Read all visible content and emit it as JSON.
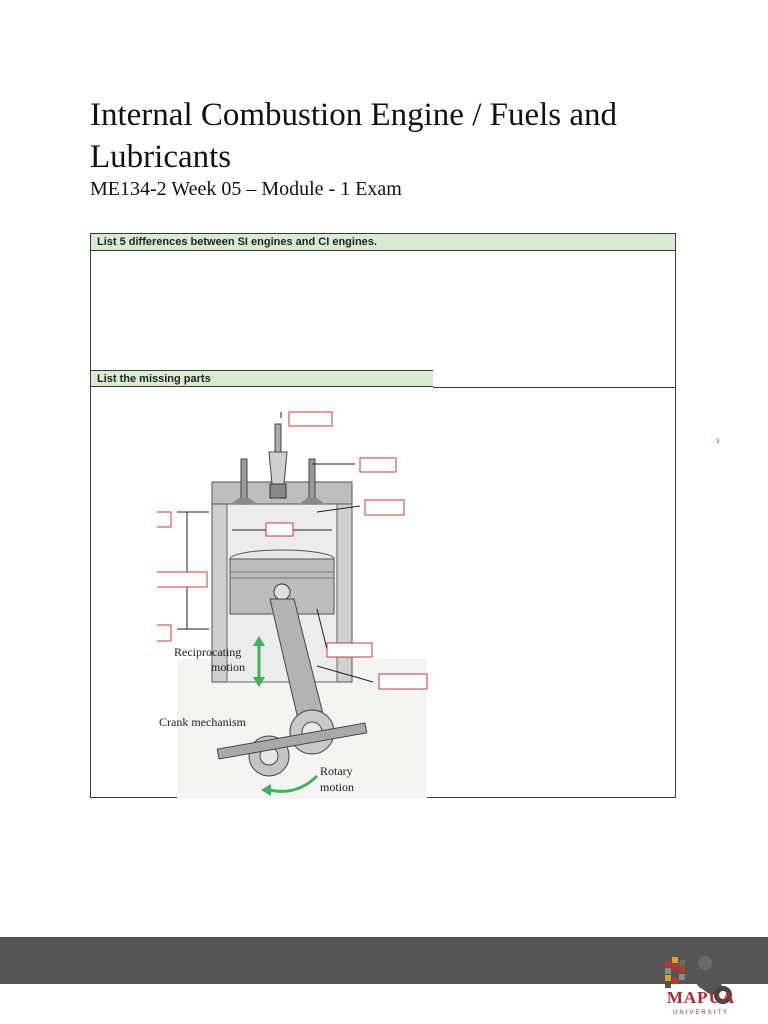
{
  "header": {
    "title": "Internal Combustion Engine / Fuels and Lubricants",
    "subtitle": "ME134-2 Week 05 – Module - 1 Exam"
  },
  "questions": [
    {
      "label": "List 5 differences between SI engines and CI engines.",
      "answer": ""
    },
    {
      "label": "List the missing parts",
      "answer": ""
    }
  ],
  "diagram": {
    "labels": {
      "reciprocating": "Reciprocating",
      "motion": "motion",
      "crank": "Crank mechanism",
      "rotary": "Rotary",
      "rotary_motion": "motion"
    },
    "blank_boxes": 9,
    "colors": {
      "blank_border": "#d0343a",
      "cylinder": "#c9c9c9",
      "arrow": "#3db35a"
    }
  },
  "footer": {
    "logo_name": "MAPUA",
    "logo_sub": "UNIVERSITY",
    "bar_color": "#555555"
  },
  "page_marker": "3"
}
